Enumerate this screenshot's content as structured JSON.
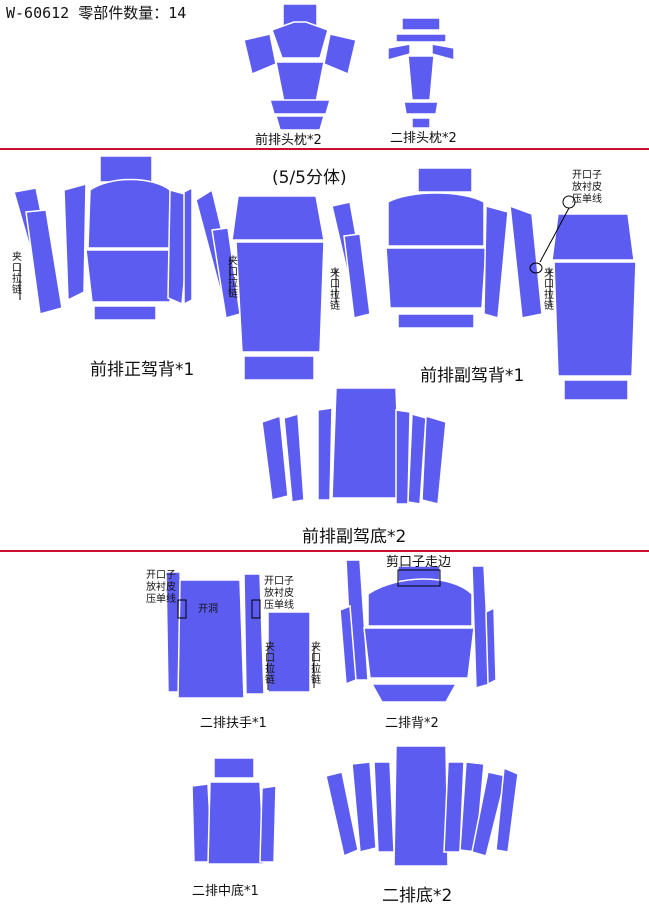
{
  "header": "W-60612 零部件数量：14",
  "piece_color": "#5c5cf0",
  "divider_color": "#c8102e",
  "sections": {
    "headrests": {
      "front_label": "前排头枕*2",
      "second_label": "二排头枕*2"
    },
    "front": {
      "split_note": "(5/5分体)",
      "driver_back_label": "前排正驾背*1",
      "passenger_back_label": "前排副驾背*1",
      "passenger_base_label": "前排副驾底*2"
    },
    "second": {
      "armrest_label": "二排扶手*1",
      "back_label": "二排背*2",
      "middle_base_label": "二排中底*1",
      "base_label": "二排底*2"
    }
  },
  "annotations": {
    "clip_zipper": "夹口拉链",
    "open_slit_lining": "开口子\n放衬皮\n压单线",
    "open_hole": "开洞",
    "cut_slit_edge": "剪口子走边"
  }
}
